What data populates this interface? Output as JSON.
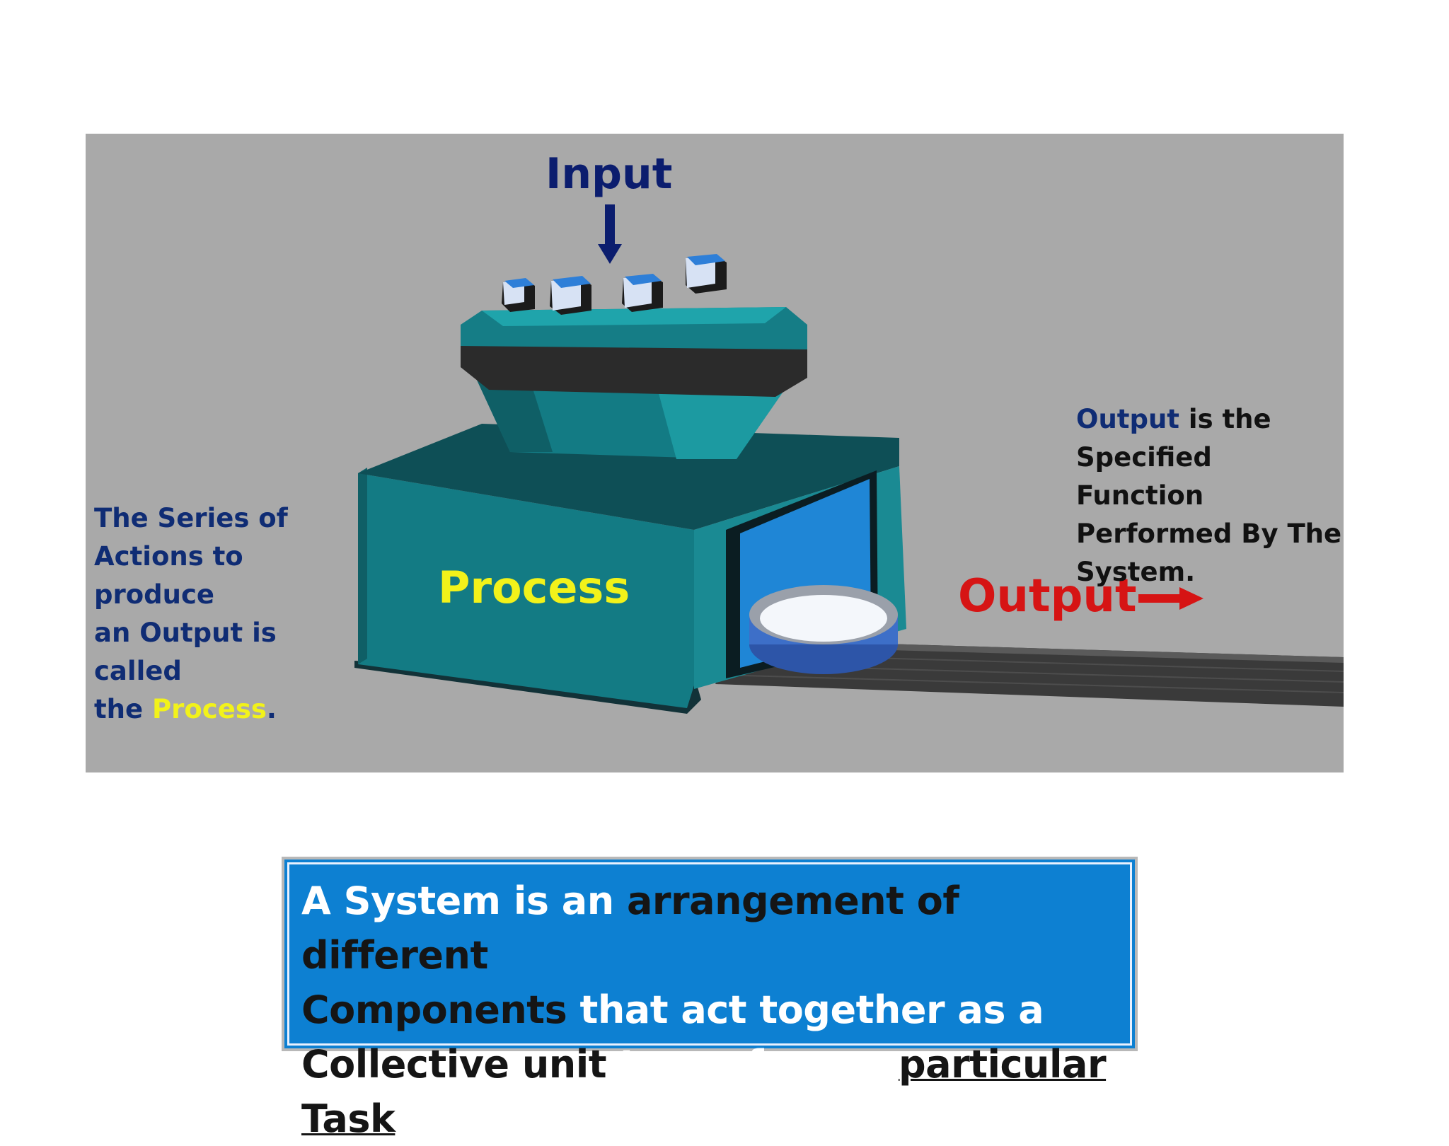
{
  "diagram": {
    "input_label": "Input",
    "process_label": "Process",
    "output_label": "Output",
    "process_note": {
      "line1": "The Series of",
      "line2": "Actions to produce",
      "line3": "an Output is called",
      "line4_prefix": "the ",
      "line4_highlight": "Process",
      "line4_suffix": "."
    },
    "output_note": {
      "highlight": "Output",
      "line1_rest": " is the",
      "line2": "Specified Function",
      "line3": "Performed By The",
      "line4": "System."
    }
  },
  "definition": {
    "part1": "A System is an ",
    "part2": "arrangement of different",
    "part3": "Components",
    "part4": " that act together as a",
    "part5": "Collective unit",
    "part6": " to perform a ",
    "part7": "particular Task",
    "part8": "."
  },
  "colors": {
    "panel_bg": "#a9a9a9",
    "machine_teal": "#137b84",
    "input_label": "#0b1d6e",
    "process_label": "#f2f21a",
    "output_label": "#d61414",
    "definition_bg": "#0d80d2"
  },
  "icons": [
    "down-arrow-icon",
    "right-arrow-icon"
  ]
}
